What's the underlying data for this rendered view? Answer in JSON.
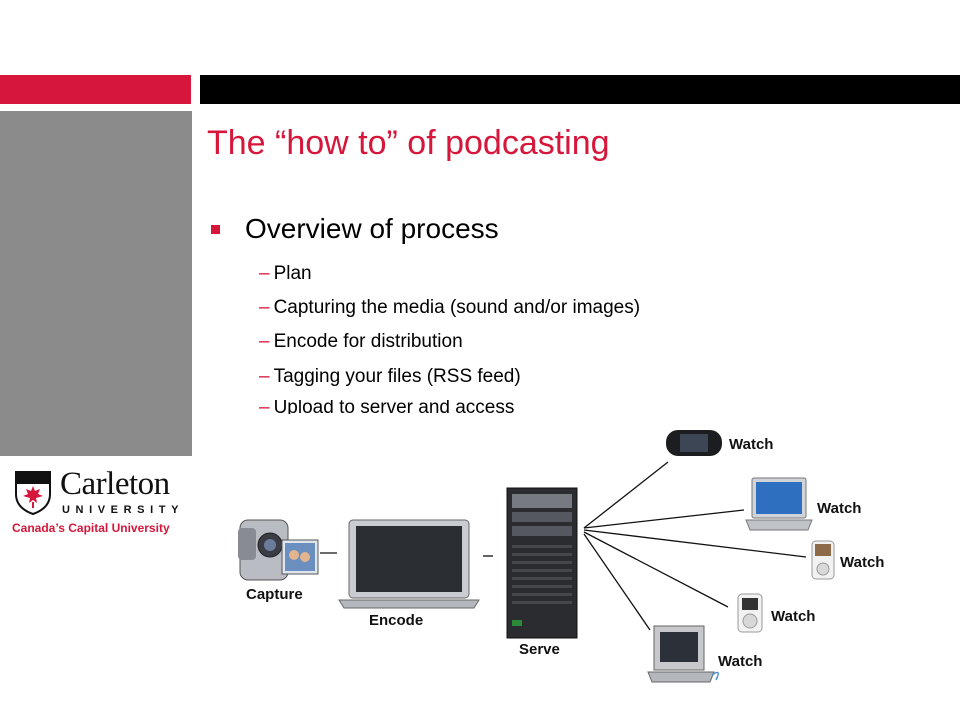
{
  "slide": {
    "title": "The “how to” of podcasting",
    "bullet": "Overview of process",
    "subitems": [
      "Plan",
      "Capturing the media (sound and/or images)",
      "Encode for distribution",
      "Tagging your files (RSS feed)",
      "Upload to server and access"
    ]
  },
  "logo": {
    "name": "Carleton",
    "university": "UNIVERSITY",
    "tagline": "Canada’s Capital University"
  },
  "diagram": {
    "capture": "Capture",
    "encode": "Encode",
    "serve": "Serve",
    "watch": [
      "Watch",
      "Watch",
      "Watch",
      "Watch",
      "Watch"
    ]
  },
  "colors": {
    "accent": "#d6163a",
    "bar": "#000000",
    "panel": "#8b8b8b"
  }
}
